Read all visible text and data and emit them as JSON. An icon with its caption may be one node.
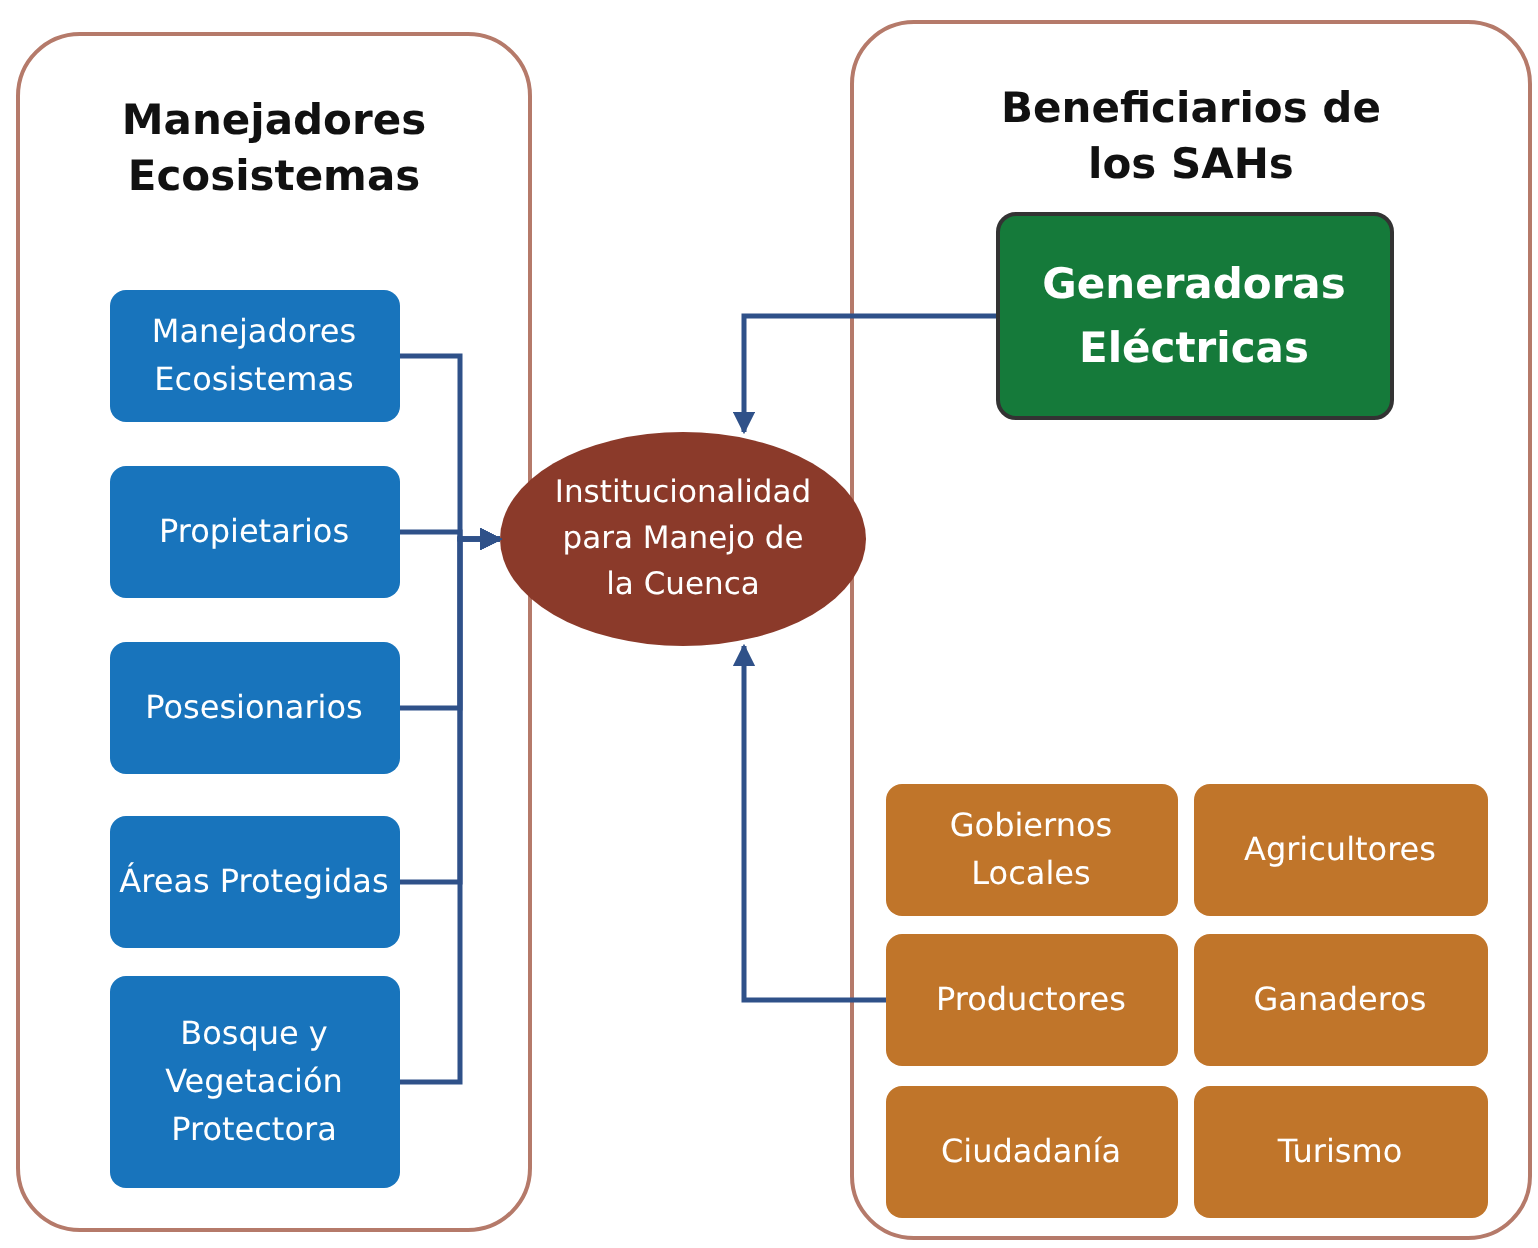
{
  "diagram": {
    "nodes": [
      {
        "text": [
          "Manejadores Ecosistemas"
        ]
      },
      {
        "text": [
          "Manejadores Ecosistemas"
        ],
        "in": 0
      },
      {
        "text": [
          "Propietarios"
        ],
        "in": 0
      },
      {
        "text": [
          "Posesionarios"
        ],
        "in": 0
      },
      {
        "text": [
          "Áreas Protegidas"
        ],
        "in": 0
      },
      {
        "text": [
          "Bosque y Vegetación Protectora"
        ],
        "in": 0
      },
      {
        "text": [
          "Beneficiarios de los SAHs"
        ]
      },
      {
        "text": [
          "Generadoras Eléctricas"
        ],
        "in": 6
      },
      {
        "text": [
          "Institucionalidad para Manejo de la Cuenca"
        ]
      },
      {
        "text": [
          "Gobiernos Locales"
        ],
        "in": 6
      },
      {
        "text": [
          "Agricultores"
        ],
        "in": 6
      },
      {
        "text": [
          "Productores"
        ],
        "in": 6
      },
      {
        "text": [
          "Ganaderos"
        ],
        "in": 6
      },
      {
        "text": [
          "Ciudadanía"
        ],
        "in": 6
      },
      {
        "text": [
          "Turismo"
        ],
        "in": 6
      }
    ],
    "edges": [
      {
        "from": 1,
        "to": 8,
        "arrow": "to"
      },
      {
        "from": 2,
        "to": 8,
        "arrow": "to"
      },
      {
        "from": 3,
        "to": 8,
        "arrow": "to"
      },
      {
        "from": 4,
        "to": 8,
        "arrow": "to"
      },
      {
        "from": 5,
        "to": 8,
        "arrow": "to"
      },
      {
        "from": 7,
        "to": 8,
        "arrow": "to"
      },
      {
        "from": 11,
        "to": 8,
        "arrow": "to"
      }
    ]
  }
}
